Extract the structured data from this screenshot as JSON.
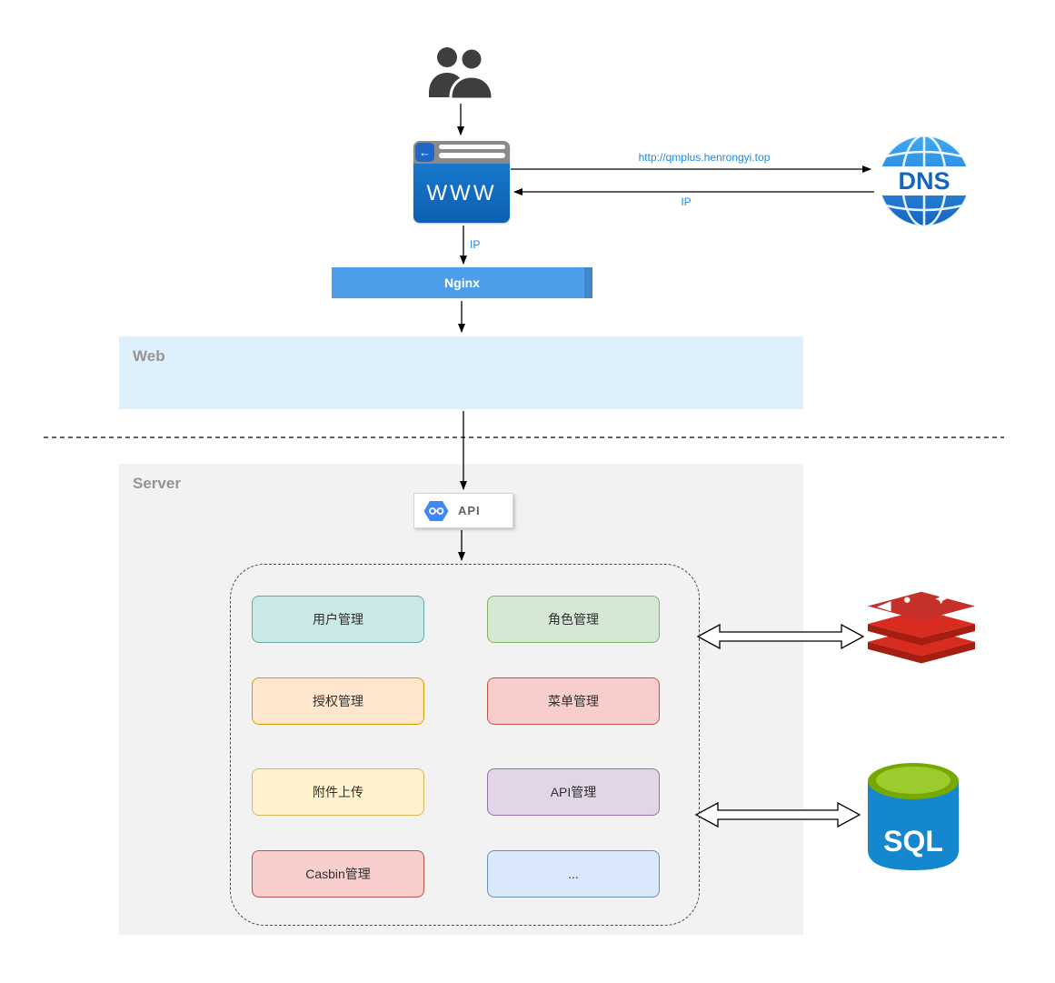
{
  "zones": {
    "web": {
      "label": "Web"
    },
    "server": {
      "label": "Server"
    }
  },
  "nodes": {
    "browser": {
      "label": "WWW",
      "back_icon": "←"
    },
    "dns": {
      "label": "DNS"
    },
    "nginx": {
      "label": "Nginx"
    },
    "api": {
      "label": "API"
    },
    "sql": {
      "label": "SQL"
    }
  },
  "edges": {
    "browser_to_dns": {
      "label": "http://qmplus.henrongyi.top"
    },
    "dns_to_browser": {
      "label": "IP"
    },
    "browser_to_nginx": {
      "label": "IP"
    }
  },
  "modules": [
    {
      "label": "用户管理",
      "fill": "#c9e8e6",
      "stroke": "#63a8a2"
    },
    {
      "label": "角色管理",
      "fill": "#d5e8d4",
      "stroke": "#82b366"
    },
    {
      "label": "授权管理",
      "fill": "#ffe6cc",
      "stroke": "#d79b00"
    },
    {
      "label": "菜单管理",
      "fill": "#f8cecc",
      "stroke": "#b85450"
    },
    {
      "label": "附件上传",
      "fill": "#fff2cc",
      "stroke": "#d6b656"
    },
    {
      "label": "API管理",
      "fill": "#e1d5e7",
      "stroke": "#9673a6"
    },
    {
      "label": "Casbin管理",
      "fill": "#f8cecc",
      "stroke": "#b85450"
    },
    {
      "label": "...",
      "fill": "#dae8fc",
      "stroke": "#6c8ebf"
    }
  ],
  "icons": {
    "users": "users-icon",
    "browser_back": "back-arrow-icon",
    "dns": "globe-icon",
    "api": "hexagon-icon",
    "redis": "redis-stack-icon",
    "sql": "database-cylinder-icon"
  },
  "colors": {
    "accent_blue": "#1e88e5",
    "nginx_bar": "#4d9eea",
    "web_zone_bg": "#ddf0fb",
    "server_zone_bg": "#f2f2f2",
    "browser_body": "#1470c2",
    "dns_blue": "#1565c0",
    "redis_red": "#d82c20",
    "sql_blue": "#1487ce",
    "sql_green": "#8cbf1f"
  }
}
